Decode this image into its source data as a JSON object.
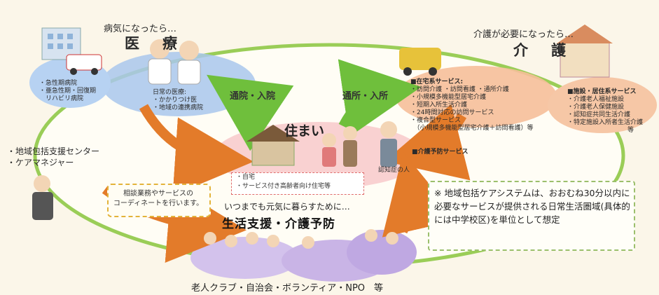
{
  "medical": {
    "title_small": "病気になったら…",
    "title_big": "医　療",
    "hospital_items": [
      "・急性期病院",
      "・亜急性期・回復期",
      "　リハビリ病院"
    ],
    "daily_title": "日常の医療:",
    "daily_items": [
      "・かかりつけ医",
      "・地域の連携病院"
    ]
  },
  "care": {
    "title_small": "介護が必要になったら…",
    "title_big": "介　護",
    "home_services_title": "■在宅系サービス:",
    "home_services": [
      "・訪問介護 ・訪問看護 ・通所介護",
      "・小規模多機能型居宅介護",
      "・短期入所生活介護",
      "・24時間対応の訪問サービス",
      "・複合型サービス",
      "　（小規模多機能型居宅介護＋訪問看護）等"
    ],
    "prevention": "■介護予防サービス",
    "facility_title": "■施設・居住系サービス",
    "facility_items": [
      "・介護老人福祉施設",
      "・介護老人保健施設",
      "・認知症共同生活介護",
      "・特定施設入所者生活介護",
      "等"
    ]
  },
  "arrows": {
    "hospital": "通院・入院",
    "daycare": "通所・入所"
  },
  "home": {
    "title": "住まい",
    "items": [
      "・自宅",
      "・サービス付き高齢者向け住宅等"
    ],
    "dementia_label": "認知症の人"
  },
  "support_center": {
    "lines": [
      "・地域包括支援センター",
      "・ケアマネジャー"
    ],
    "coordinate": "相談業務やサービスの\nコーディネートを行います。"
  },
  "life": {
    "subtitle": "いつまでも元気に暮らすために…",
    "title": "生活支援・介護予防"
  },
  "note": "※ 地域包括ケアシステムは、おおむね30分以内に必要なサービスが提供される日常生活圏域(具体的には中学校区)を単位として想定",
  "bottom": "老人クラブ・自治会・ボランティア・NPO　等",
  "colors": {
    "ring": "#9acd57",
    "medical_ellipse": "#a9c7ec",
    "care_ellipse": "#f4b08a",
    "home_ellipse": "#f6c7c7",
    "life_ellipse": "#c9b4e6",
    "arrow_orange": "#e37b2a",
    "arrow_green": "#6fbf3c"
  }
}
